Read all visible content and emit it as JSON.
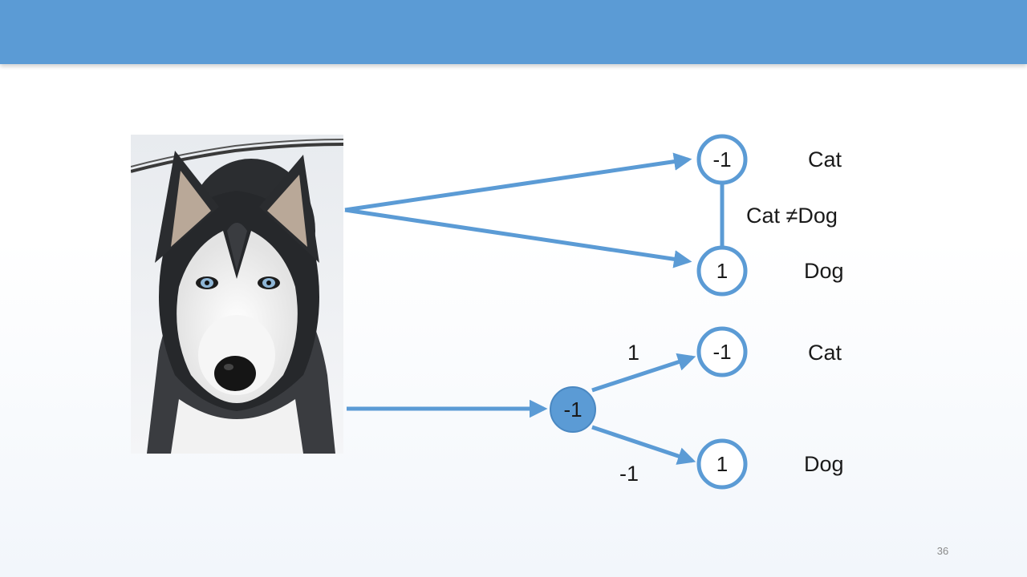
{
  "slide": {
    "page_number": "36",
    "accent_color": "#5b9bd5"
  },
  "photo": {
    "subject": "husky-dog"
  },
  "top_network": {
    "node_top_value": "-1",
    "node_bottom_value": "1",
    "label_top": "Cat",
    "label_bottom": "Dog",
    "constraint": "Cat ≠Dog"
  },
  "bottom_network": {
    "hidden_value": "-1",
    "node_top_value": "-1",
    "node_bottom_value": "1",
    "weight_top": "1",
    "weight_bottom": "-1",
    "label_top": "Cat",
    "label_bottom": "Dog"
  }
}
